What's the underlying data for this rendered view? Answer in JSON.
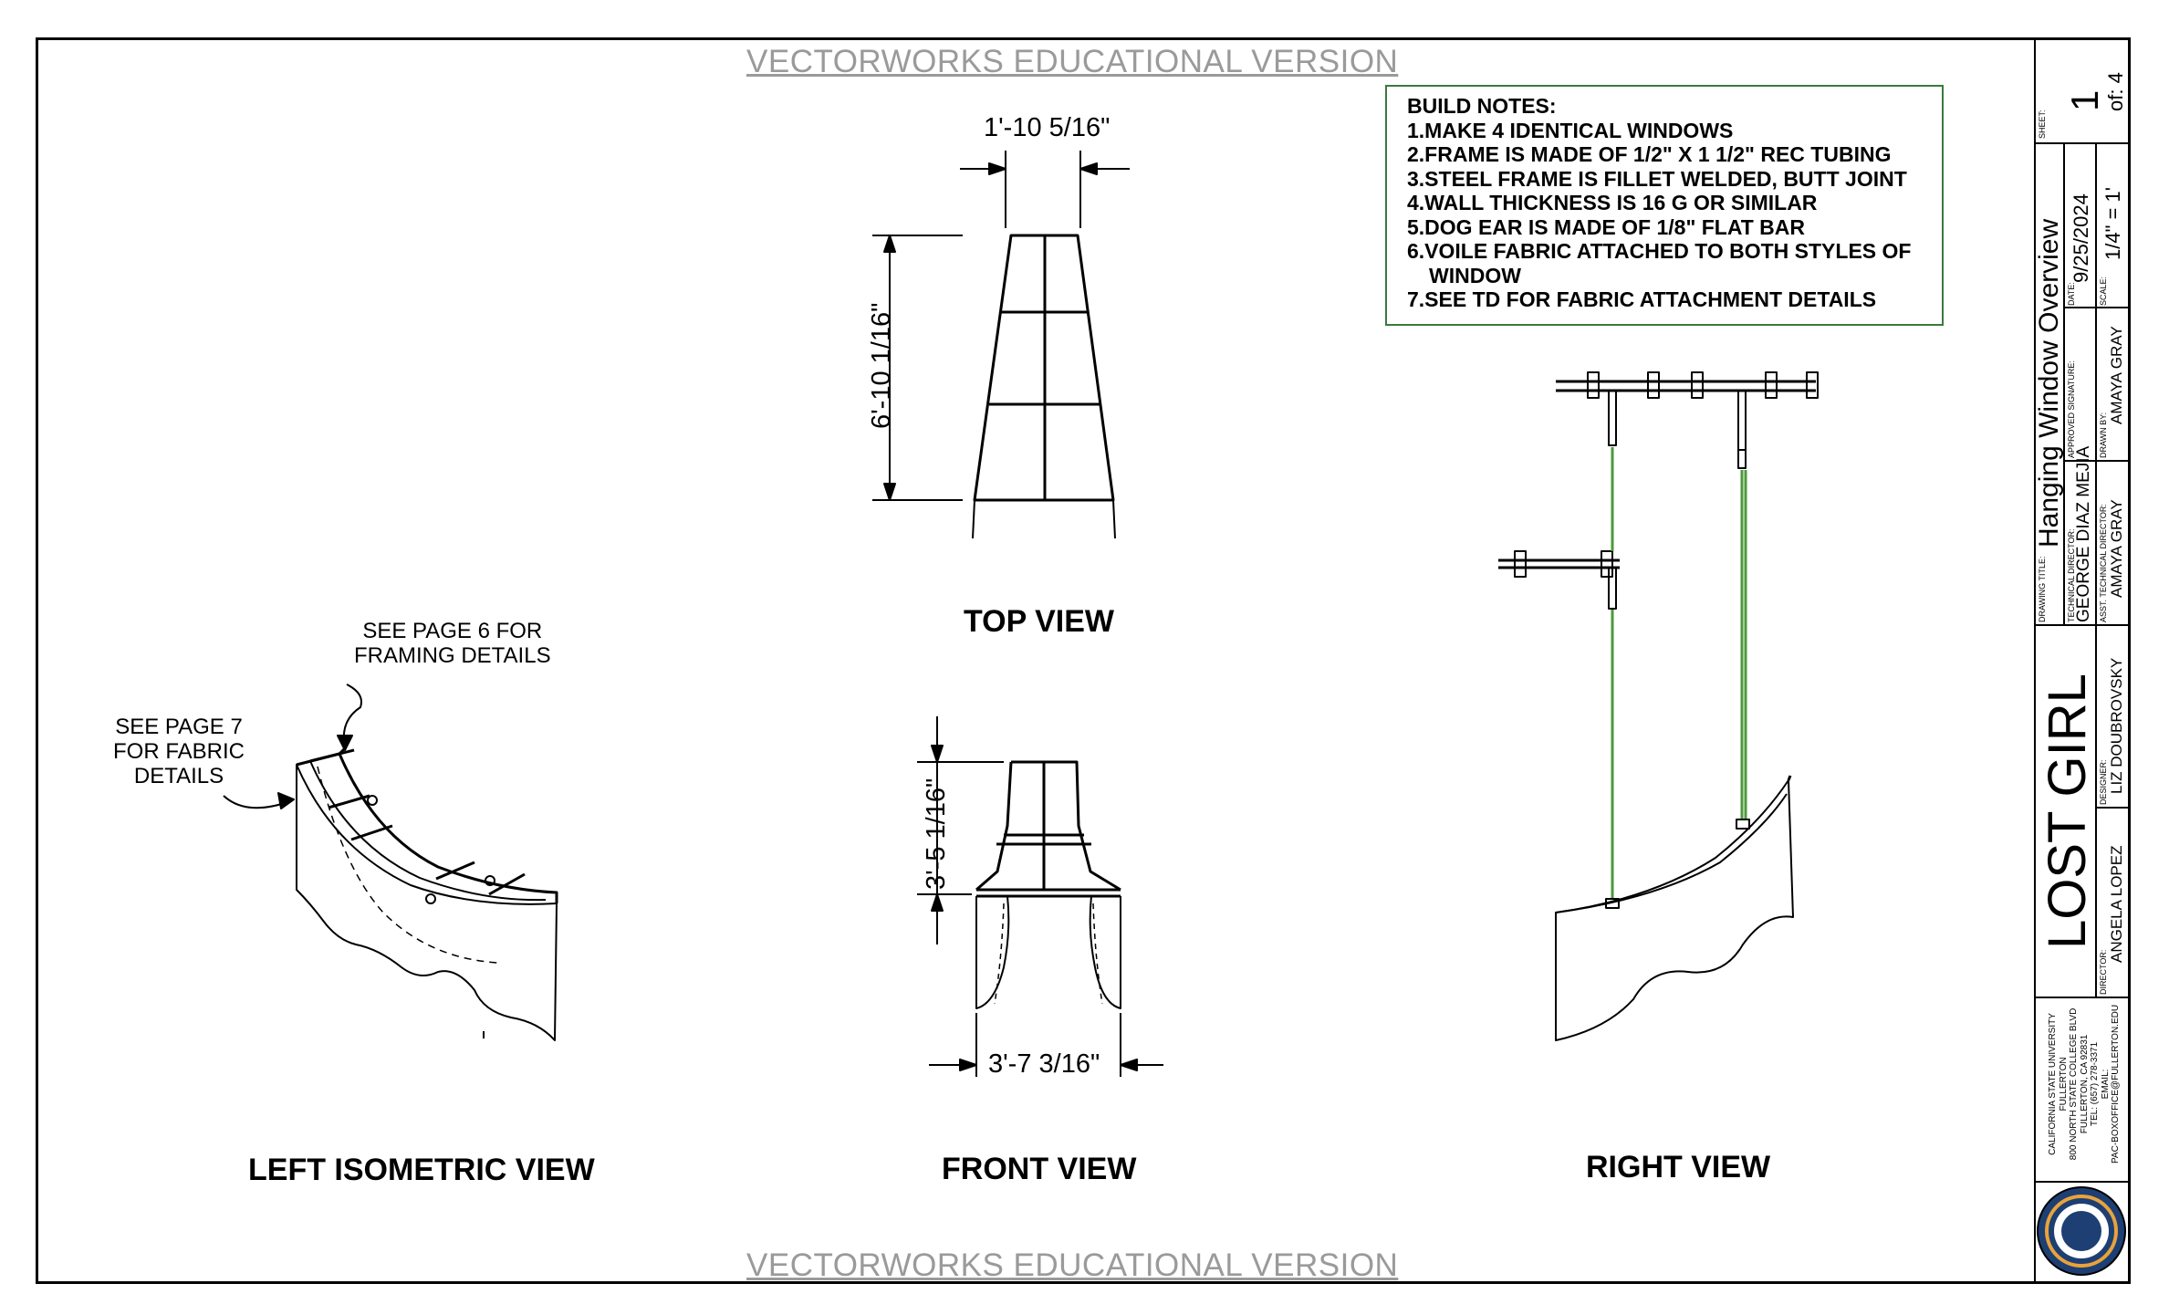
{
  "watermark": {
    "text": "VECTORWORKS EDUCATIONAL VERSION"
  },
  "dimensions": {
    "top_width": "1'-10 5/16\"",
    "top_height": "6'-10 1/16\"",
    "front_height": "3'-5 1/16\"",
    "front_width": "3'-7 3/16\""
  },
  "views": {
    "top": "TOP VIEW",
    "front": "FRONT VIEW",
    "right": "RIGHT VIEW",
    "left_iso": "LEFT ISOMETRIC VIEW"
  },
  "callouts": {
    "framing": [
      "SEE PAGE 6 FOR",
      "FRAMING DETAILS"
    ],
    "fabric": [
      "SEE PAGE 7",
      "FOR FABRIC",
      "DETAILS"
    ]
  },
  "build_notes": {
    "title": "BUILD NOTES:",
    "items": [
      "1.MAKE 4 IDENTICAL WINDOWS",
      "2.FRAME IS MADE OF 1/2\" X 1 1/2\" REC TUBING",
      "3.STEEL FRAME IS FILLET WELDED, BUTT JOINT",
      "4.WALL THICKNESS IS 16 G OR SIMILAR",
      "5.DOG EAR IS MADE OF 1/8\" FLAT BAR",
      "6.VOILE FABRIC ATTACHED TO BOTH STYLES OF",
      "WINDOW",
      "7.SEE TD FOR FABRIC ATTACHMENT DETAILS"
    ]
  },
  "title_block": {
    "sheet_label": "SHEET:",
    "sheet_number": "1",
    "sheet_of": "of: 4",
    "drawing_title_label": "DRAWING TITLE:",
    "drawing_title": "Hanging Window Overview",
    "date_label": "DATE:",
    "date": "9/25/2024",
    "scale_label": "SCALE:",
    "scale": "1/4\" = 1'",
    "approved_label": "APPROVED SIGNATURE:",
    "drawn_by_label": "DRAWN BY:",
    "drawn_by": "AMAYA GRAY",
    "technical_director_label": "TECHNICAL DIRECTOR:",
    "technical_director": "GEORGE DIAZ MEJIA",
    "asst_td_label": "ASST. TECHNICAL DIRECTOR:",
    "asst_td": "AMAYA GRAY",
    "show_title": "LOST GIRL",
    "designer_label": "DESIGNER:",
    "designer": "LIZ DOUBROVSKY",
    "director_label": "DIRECTOR:",
    "director": "ANGELA LOPEZ",
    "address": [
      "CALIFORNIA STATE UNIVERSITY",
      "FULLERTON",
      "800 NORTH STATE COLLEGE BLVD",
      "FULLERTON, CA 92831",
      "TEL: (657) 278-3371",
      "EMAIL:",
      "PAC-BOXOFFICE@FULLERTON.EDU"
    ]
  },
  "colors": {
    "notes_border": "#3b7a3b",
    "fabric_line": "#4c9a3a",
    "watermark": "#9a9a9a",
    "seal": "#1d3f73"
  }
}
